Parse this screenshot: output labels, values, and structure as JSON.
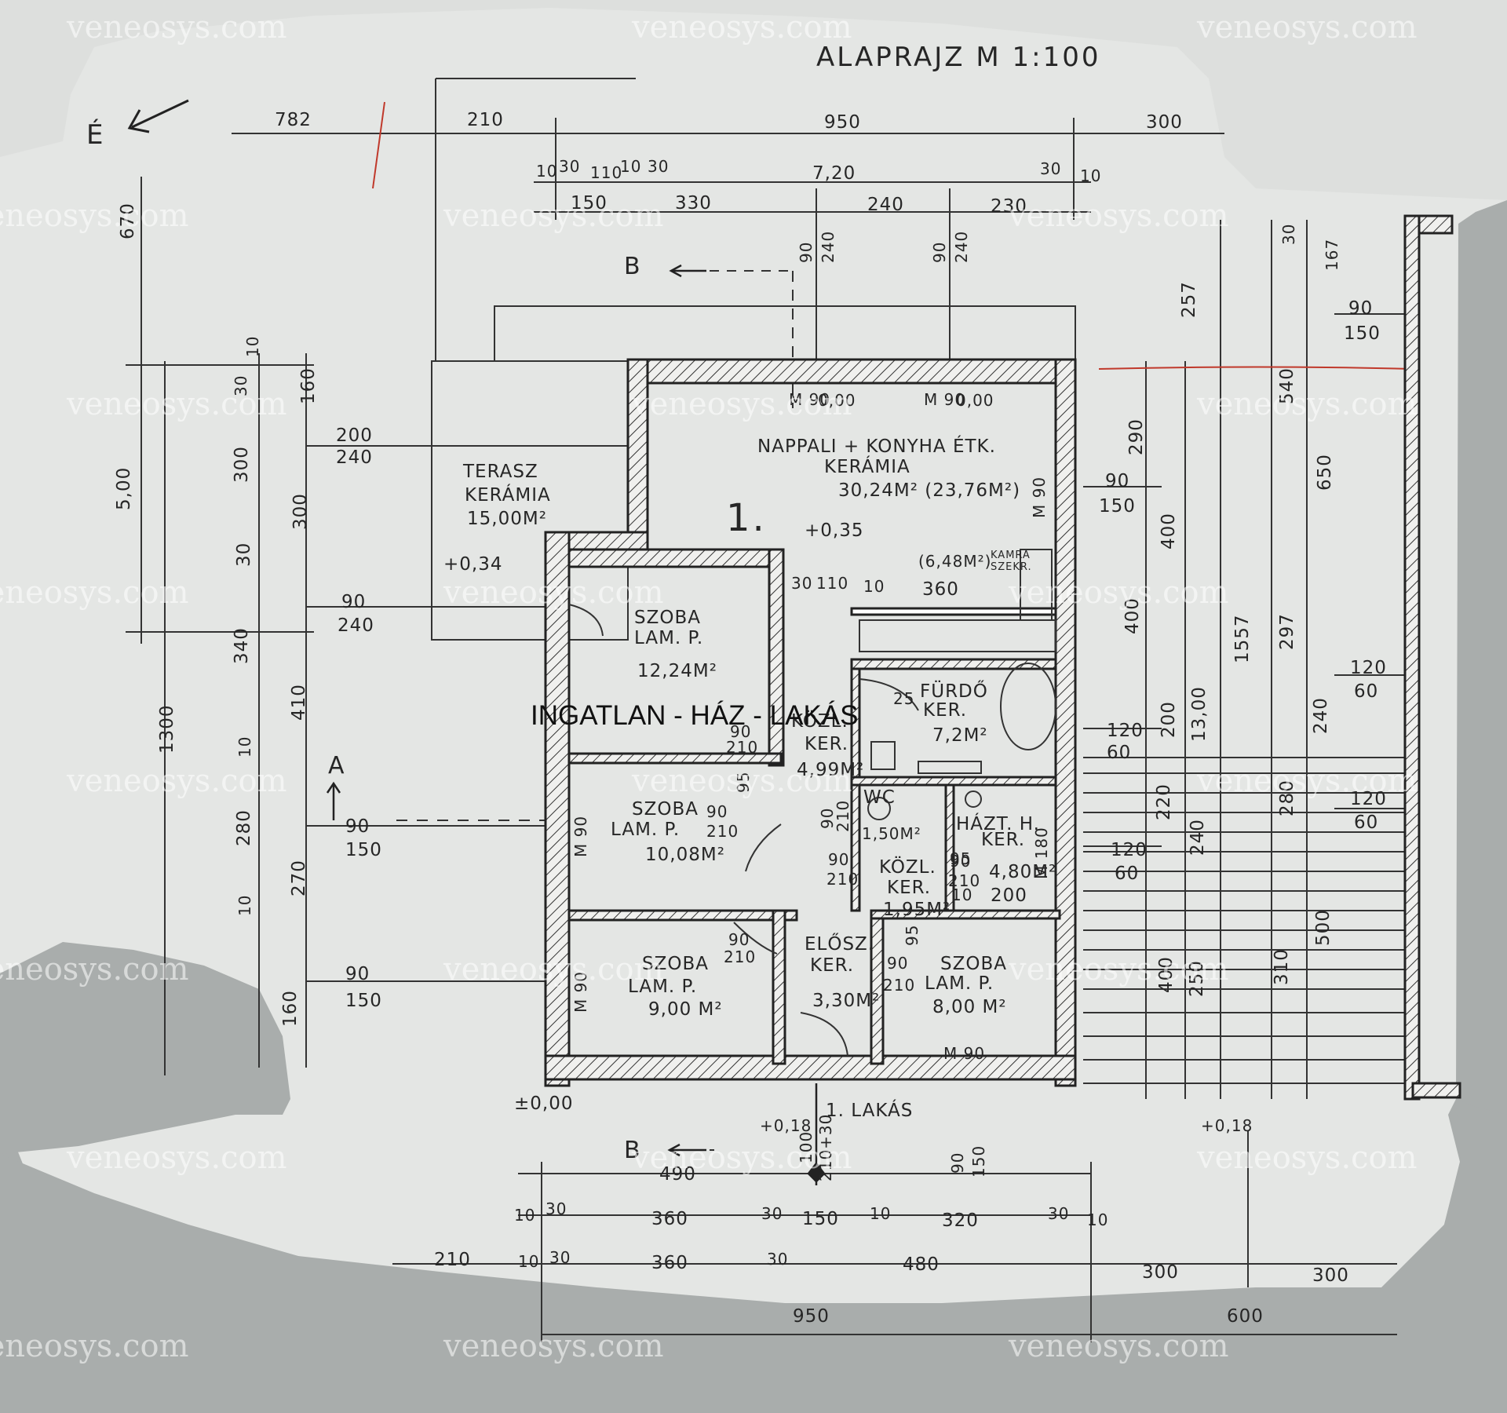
{
  "title": "ALAPRAJZ   M 1:100",
  "overlay_caption": "INGATLAN - HÁZ - LAKÁS",
  "watermark": "veneosys.com",
  "north": "É",
  "section_labels": {
    "a": "A",
    "b": "B"
  },
  "rooms": {
    "nappali_1": "NAPPALI + KONYHA ÉTK.",
    "nappali_2": "KERÁMIA",
    "nappali_3": "30,24M² (23,76M²)",
    "number": "1.",
    "terasz_1": "TERASZ",
    "terasz_2": "KERÁMIA",
    "terasz_3": "15,00M²",
    "szoba1_1": "SZOBA",
    "szoba1_2": "LAM. P.",
    "szoba1_3": "12,24M²",
    "szoba2_1": "SZOBA",
    "szoba2_2": "LAM. P.",
    "szoba2_3": "10,08M²",
    "szoba3_1": "SZOBA",
    "szoba3_2": "LAM. P.",
    "szoba3_3": "9,00 M²",
    "szoba4_1": "SZOBA",
    "szoba4_2": "LAM. P.",
    "szoba4_3": "8,00 M²",
    "furdo_1": "FÜRDŐ",
    "furdo_2": "KER.",
    "furdo_3": "7,2M²",
    "kozl1_1": "KÖZL.",
    "kozl1_2": "KER.",
    "kozl1_3": "4,99M²",
    "eloszo_1": "ELŐSZ.",
    "eloszo_2": "KER.",
    "eloszo_3": "3,30M²",
    "haztar_1": "HÁZT. H.",
    "haztar_2": "KER.",
    "haztar_3": "4,80M²",
    "kozl2_1": "KÖZL.",
    "kozl2_2": "KER.",
    "kozl2_3": "1,95M²",
    "wc_1": "WC",
    "wc_2": "1,50M²",
    "kamra_1": "(6,48M²)",
    "kamra_2": "KAMRA SZEKR.",
    "lakas": "1. LAKÁS"
  },
  "levels": [
    "±0,00",
    "+0,35",
    "+0,34",
    "+0,18",
    "+0,18",
    "0,00",
    "0,00"
  ],
  "dims": {
    "top_782": "782",
    "top_210": "210",
    "top_950": "950",
    "top_300": "300",
    "r2_10": "10",
    "r2_30": "30",
    "r2_110": "110",
    "r2_10b": "10",
    "r2_30b": "30",
    "r2_720": "7,20",
    "r2_30c": "30",
    "r2_10c": "10",
    "r3_150": "150",
    "r3_330": "330",
    "r3_240": "240",
    "r3_230": "230",
    "b1_490": "490",
    "b2_10": "10",
    "b2_30": "30",
    "b2_360": "360",
    "b2_30b": "30",
    "b2_150": "150",
    "b2_10b": "10",
    "b2_320": "320",
    "b2_30c": "30",
    "b2_10c": "10",
    "b3_210": "210",
    "b3_10": "10",
    "b3_30": "30",
    "b3_360": "360",
    "b3_30b": "30",
    "b3_480": "480",
    "b3_300": "300",
    "b3_300b": "300",
    "b4_950": "950",
    "b4_600": "600",
    "l_670": "670",
    "l_500": "5,00",
    "l_1300": "1300",
    "l2_10": "10",
    "l2_30": "30",
    "l2_160": "160",
    "l2_300": "300",
    "l2_30b": "30",
    "l2_340": "340",
    "l2_10b": "10",
    "l2_280": "280",
    "l2_10c": "10",
    "l2_160b": "160",
    "l3_300": "300",
    "l3_410": "410",
    "l3_270": "270",
    "w_200": "200",
    "w_240": "240",
    "w_90a": "90",
    "w_240b": "240",
    "w_90b": "90",
    "w_150": "150",
    "w_90c": "90",
    "w_150b": "150",
    "r_290": "290",
    "r_90": "90",
    "r_150": "150",
    "r_400": "400",
    "r_200": "200",
    "r_120": "120",
    "r_60": "60",
    "r_220": "220",
    "r_240": "240",
    "r_120b": "120",
    "r_60b": "60",
    "r_1300": "13,00",
    "r_400b": "400",
    "r_250": "250",
    "rr_257": "257",
    "rr_540": "540",
    "rr_1557": "1557",
    "rr_650": "650",
    "rr_297": "297",
    "rr_310": "310",
    "rr_500": "500",
    "rr_280": "280",
    "rr_240": "240",
    "rr_167": "167",
    "rr_30": "30",
    "rr_90": "90",
    "rr_150": "150",
    "rr_120": "120",
    "rr_60": "60",
    "rr_120b": "120",
    "rr_60b": "60",
    "door_90_240a": "90",
    "door_240a": "240",
    "door_90_240b": "90",
    "door_240b": "240",
    "int_30": "30",
    "int_110": "110",
    "int_10": "10",
    "int_360": "360",
    "d_90_210a": "90",
    "d_210a": "210",
    "d_90_210b": "90",
    "d_210b": "210",
    "d_90_210c": "90",
    "d_210c": "210",
    "d_90_210d": "90",
    "d_210d": "210",
    "d_90_210e": "90",
    "d_210e": "210",
    "d_90_210f": "90",
    "d_210f": "210",
    "d_90_210g": "90",
    "d_210g": "210",
    "d_25": "25",
    "d_95a": "95",
    "d_95b": "95",
    "d_95c": "95",
    "d_10": "10",
    "d_200": "200",
    "m90_top1": "M 90",
    "m90_top2": "M 90",
    "m90_r": "M 90",
    "m90_l1": "M 90",
    "m90_l2": "M 90",
    "m90_bot": "M 90",
    "m180": "M 180",
    "ent_100": "100",
    "ent_210": "210+30",
    "ent_90": "90",
    "ent_150": "150"
  }
}
